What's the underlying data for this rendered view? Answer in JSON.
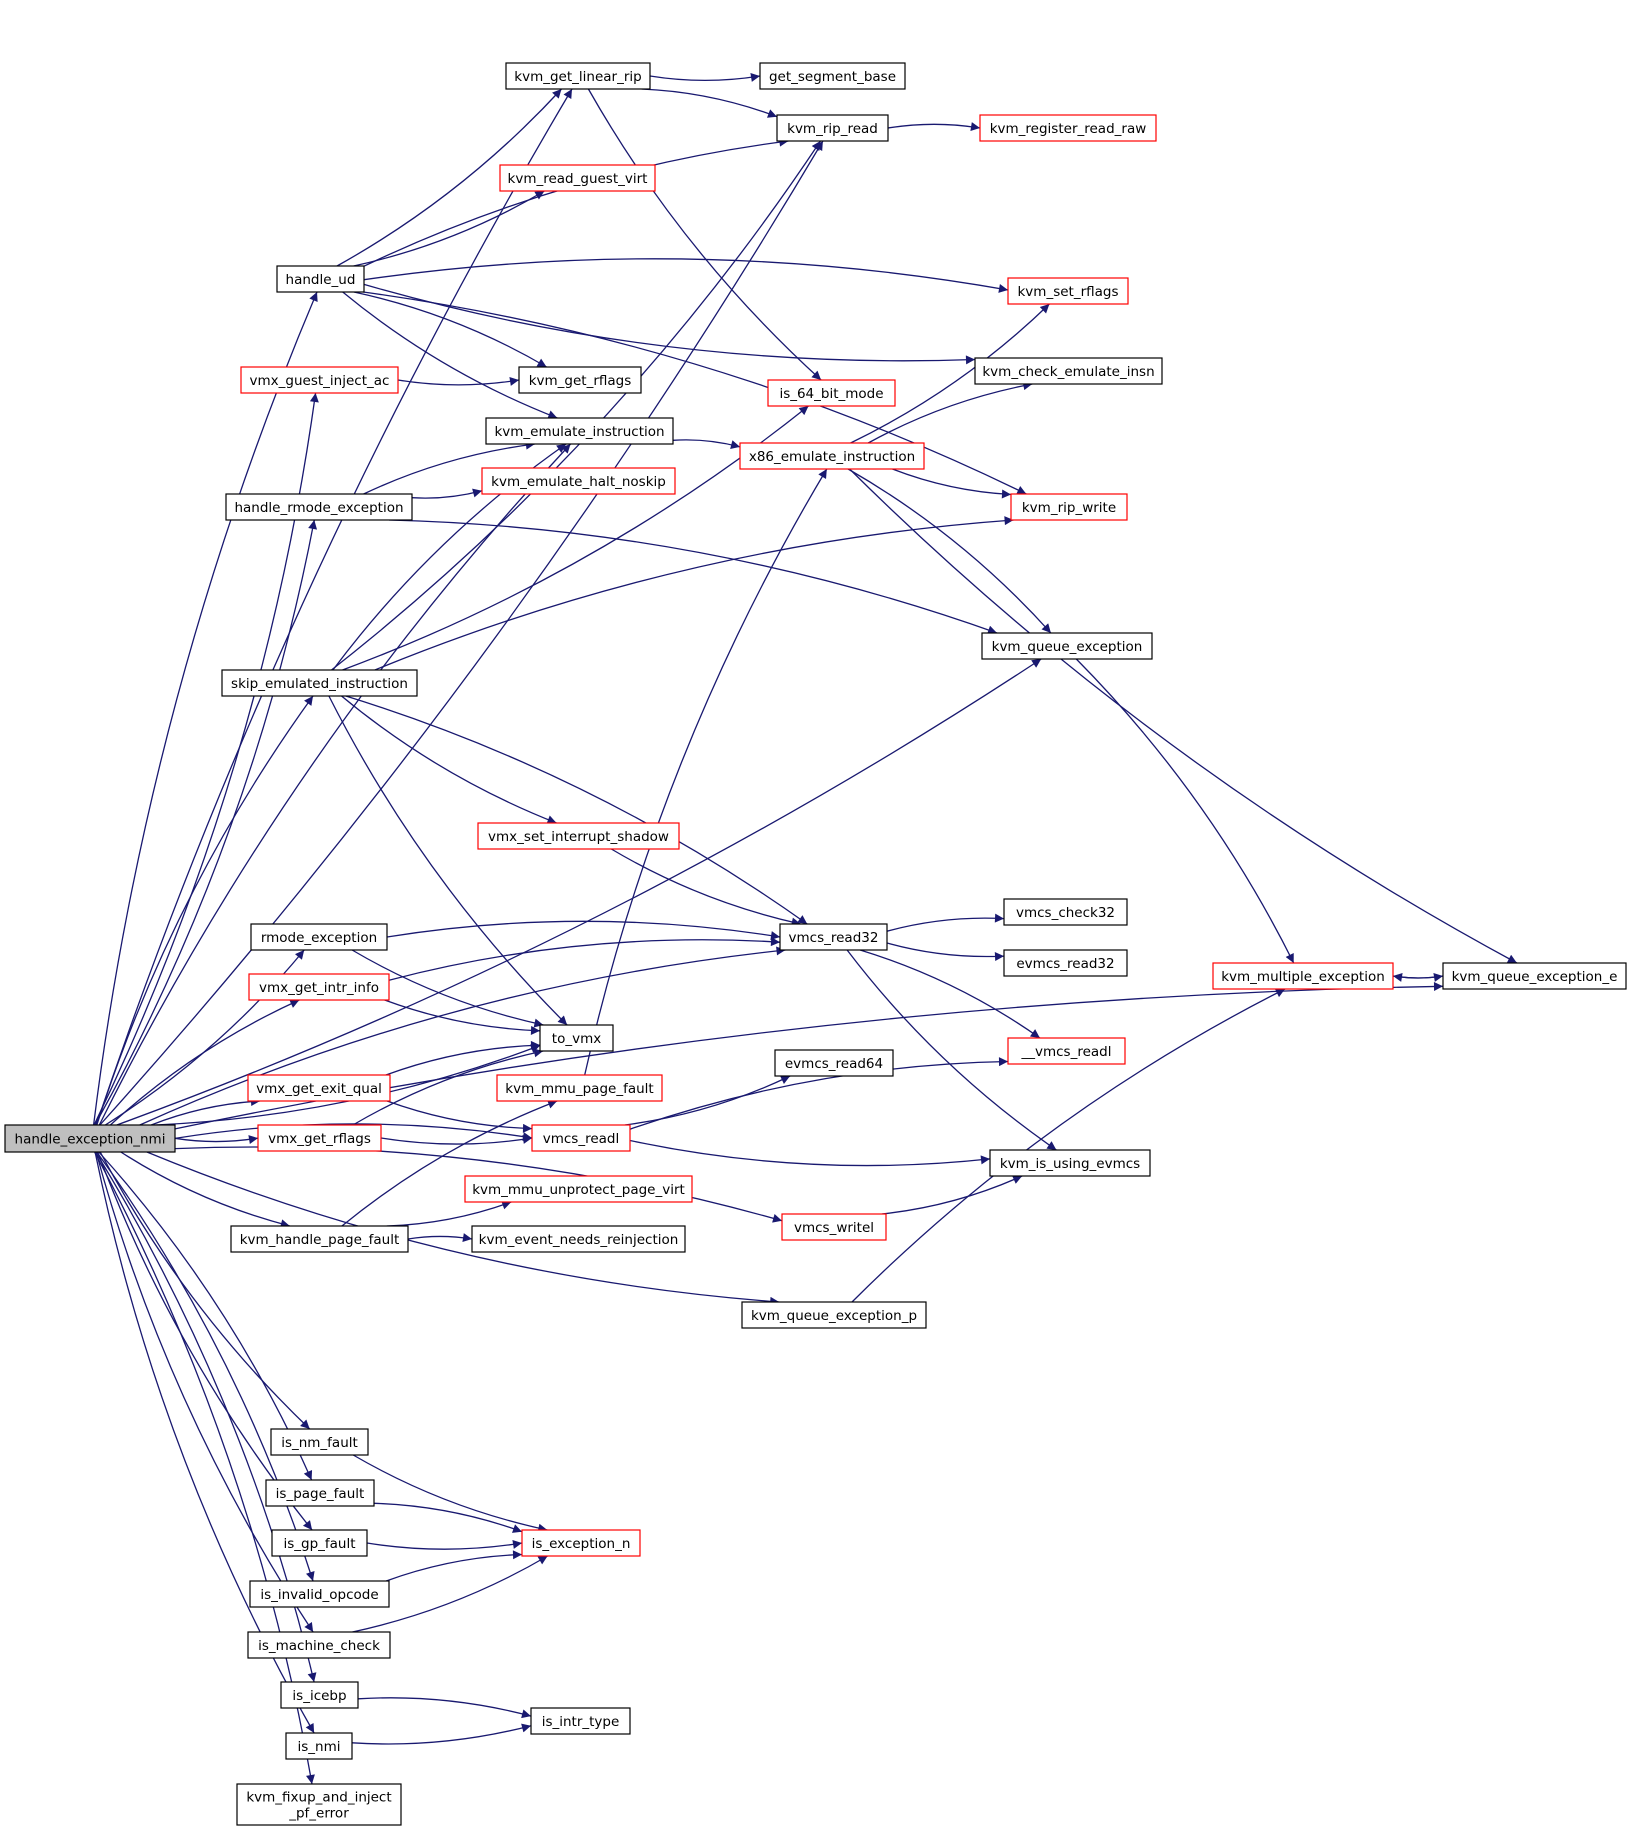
{
  "colors": {
    "edge": "#191970",
    "border_normal": "#000000",
    "border_external": "#ff0000",
    "root_fill": "#bfbfbf",
    "node_fill": "#ffffff"
  },
  "nodes": [
    {
      "id": "handle_exception_nmi",
      "label": "handle_exception_nmi",
      "kind": "root"
    },
    {
      "id": "kvm_get_linear_rip",
      "label": "kvm_get_linear_rip",
      "kind": "normal"
    },
    {
      "id": "get_segment_base",
      "label": "get_segment_base",
      "kind": "normal"
    },
    {
      "id": "kvm_rip_read",
      "label": "kvm_rip_read",
      "kind": "normal"
    },
    {
      "id": "kvm_register_read_raw",
      "label": "kvm_register_read_raw",
      "kind": "external"
    },
    {
      "id": "kvm_read_guest_virt",
      "label": "kvm_read_guest_virt",
      "kind": "external"
    },
    {
      "id": "handle_ud",
      "label": "handle_ud",
      "kind": "normal"
    },
    {
      "id": "kvm_set_rflags",
      "label": "kvm_set_rflags",
      "kind": "external"
    },
    {
      "id": "kvm_check_emulate_insn",
      "label": "kvm_check_emulate_insn",
      "kind": "normal"
    },
    {
      "id": "vmx_guest_inject_ac",
      "label": "vmx_guest_inject_ac",
      "kind": "external"
    },
    {
      "id": "kvm_get_rflags",
      "label": "kvm_get_rflags",
      "kind": "normal"
    },
    {
      "id": "is_64_bit_mode",
      "label": "is_64_bit_mode",
      "kind": "external"
    },
    {
      "id": "kvm_emulate_instruction",
      "label": "kvm_emulate_instruction",
      "kind": "normal"
    },
    {
      "id": "x86_emulate_instruction",
      "label": "x86_emulate_instruction",
      "kind": "external"
    },
    {
      "id": "handle_rmode_exception",
      "label": "handle_rmode_exception",
      "kind": "normal"
    },
    {
      "id": "kvm_emulate_halt_noskip",
      "label": "kvm_emulate_halt_noskip",
      "kind": "external"
    },
    {
      "id": "kvm_rip_write",
      "label": "kvm_rip_write",
      "kind": "external"
    },
    {
      "id": "kvm_queue_exception",
      "label": "kvm_queue_exception",
      "kind": "normal"
    },
    {
      "id": "skip_emulated_instruction",
      "label": "skip_emulated_instruction",
      "kind": "normal"
    },
    {
      "id": "vmx_set_interrupt_shadow",
      "label": "vmx_set_interrupt_shadow",
      "kind": "external"
    },
    {
      "id": "vmcs_check32",
      "label": "vmcs_check32",
      "kind": "normal"
    },
    {
      "id": "rmode_exception",
      "label": "rmode_exception",
      "kind": "normal"
    },
    {
      "id": "vmcs_read32",
      "label": "vmcs_read32",
      "kind": "normal"
    },
    {
      "id": "evmcs_read32",
      "label": "evmcs_read32",
      "kind": "normal"
    },
    {
      "id": "kvm_multiple_exception",
      "label": "kvm_multiple_exception",
      "kind": "external"
    },
    {
      "id": "kvm_queue_exception_e",
      "label": "kvm_queue_exception_e",
      "kind": "normal"
    },
    {
      "id": "vmx_get_intr_info",
      "label": "vmx_get_intr_info",
      "kind": "external"
    },
    {
      "id": "to_vmx",
      "label": "to_vmx",
      "kind": "normal"
    },
    {
      "id": "__vmcs_readl",
      "label": "__vmcs_readl",
      "kind": "external"
    },
    {
      "id": "evmcs_read64",
      "label": "evmcs_read64",
      "kind": "normal"
    },
    {
      "id": "vmx_get_exit_qual",
      "label": "vmx_get_exit_qual",
      "kind": "external"
    },
    {
      "id": "kvm_mmu_page_fault",
      "label": "kvm_mmu_page_fault",
      "kind": "external"
    },
    {
      "id": "vmx_get_rflags",
      "label": "vmx_get_rflags",
      "kind": "external"
    },
    {
      "id": "vmcs_readl",
      "label": "vmcs_readl",
      "kind": "external"
    },
    {
      "id": "kvm_is_using_evmcs",
      "label": "kvm_is_using_evmcs",
      "kind": "normal"
    },
    {
      "id": "kvm_mmu_unprotect_page_virt",
      "label": "kvm_mmu_unprotect_page_virt",
      "kind": "external"
    },
    {
      "id": "vmcs_writel",
      "label": "vmcs_writel",
      "kind": "external"
    },
    {
      "id": "kvm_handle_page_fault",
      "label": "kvm_handle_page_fault",
      "kind": "normal"
    },
    {
      "id": "kvm_event_needs_reinjection",
      "label": "kvm_event_needs_reinjection",
      "kind": "normal"
    },
    {
      "id": "kvm_queue_exception_p",
      "label": "kvm_queue_exception_p",
      "kind": "normal"
    },
    {
      "id": "is_nm_fault",
      "label": "is_nm_fault",
      "kind": "normal"
    },
    {
      "id": "is_page_fault",
      "label": "is_page_fault",
      "kind": "normal"
    },
    {
      "id": "is_gp_fault",
      "label": "is_gp_fault",
      "kind": "normal"
    },
    {
      "id": "is_exception_n",
      "label": "is_exception_n",
      "kind": "external"
    },
    {
      "id": "is_invalid_opcode",
      "label": "is_invalid_opcode",
      "kind": "normal"
    },
    {
      "id": "is_machine_check",
      "label": "is_machine_check",
      "kind": "normal"
    },
    {
      "id": "is_icebp",
      "label": "is_icebp",
      "kind": "normal"
    },
    {
      "id": "is_intr_type",
      "label": "is_intr_type",
      "kind": "normal"
    },
    {
      "id": "is_nmi",
      "label": "is_nmi",
      "kind": "normal"
    },
    {
      "id": "kvm_fixup_and_inject_pf_error",
      "label": [
        "kvm_fixup_and_inject",
        "_pf_error"
      ],
      "kind": "normal"
    }
  ],
  "edges": [
    [
      "handle_exception_nmi",
      "kvm_get_linear_rip"
    ],
    [
      "handle_exception_nmi",
      "kvm_rip_read"
    ],
    [
      "handle_exception_nmi",
      "handle_ud"
    ],
    [
      "handle_exception_nmi",
      "vmx_guest_inject_ac"
    ],
    [
      "handle_exception_nmi",
      "kvm_emulate_instruction"
    ],
    [
      "handle_exception_nmi",
      "handle_rmode_exception"
    ],
    [
      "handle_exception_nmi",
      "skip_emulated_instruction"
    ],
    [
      "handle_exception_nmi",
      "kvm_queue_exception"
    ],
    [
      "handle_exception_nmi",
      "vmcs_read32"
    ],
    [
      "handle_exception_nmi",
      "rmode_exception"
    ],
    [
      "handle_exception_nmi",
      "vmx_get_intr_info"
    ],
    [
      "handle_exception_nmi",
      "to_vmx"
    ],
    [
      "handle_exception_nmi",
      "vmx_get_exit_qual"
    ],
    [
      "handle_exception_nmi",
      "vmx_get_rflags"
    ],
    [
      "handle_exception_nmi",
      "vmcs_readl"
    ],
    [
      "handle_exception_nmi",
      "kvm_handle_page_fault"
    ],
    [
      "handle_exception_nmi",
      "vmcs_writel"
    ],
    [
      "handle_exception_nmi",
      "kvm_queue_exception_p"
    ],
    [
      "handle_exception_nmi",
      "kvm_queue_exception_e"
    ],
    [
      "handle_exception_nmi",
      "is_nm_fault"
    ],
    [
      "handle_exception_nmi",
      "is_page_fault"
    ],
    [
      "handle_exception_nmi",
      "is_gp_fault"
    ],
    [
      "handle_exception_nmi",
      "is_invalid_opcode"
    ],
    [
      "handle_exception_nmi",
      "is_machine_check"
    ],
    [
      "handle_exception_nmi",
      "is_icebp"
    ],
    [
      "handle_exception_nmi",
      "is_nmi"
    ],
    [
      "handle_exception_nmi",
      "kvm_fixup_and_inject_pf_error"
    ],
    [
      "kvm_get_linear_rip",
      "get_segment_base"
    ],
    [
      "kvm_get_linear_rip",
      "kvm_rip_read"
    ],
    [
      "kvm_get_linear_rip",
      "is_64_bit_mode"
    ],
    [
      "kvm_rip_read",
      "kvm_register_read_raw"
    ],
    [
      "handle_ud",
      "kvm_get_linear_rip"
    ],
    [
      "handle_ud",
      "kvm_rip_read"
    ],
    [
      "handle_ud",
      "kvm_read_guest_virt"
    ],
    [
      "handle_ud",
      "kvm_set_rflags"
    ],
    [
      "handle_ud",
      "kvm_check_emulate_insn"
    ],
    [
      "handle_ud",
      "kvm_get_rflags"
    ],
    [
      "handle_ud",
      "kvm_emulate_instruction"
    ],
    [
      "handle_ud",
      "kvm_rip_write"
    ],
    [
      "vmx_guest_inject_ac",
      "kvm_get_rflags"
    ],
    [
      "kvm_emulate_instruction",
      "x86_emulate_instruction"
    ],
    [
      "x86_emulate_instruction",
      "kvm_set_rflags"
    ],
    [
      "x86_emulate_instruction",
      "kvm_check_emulate_insn"
    ],
    [
      "x86_emulate_instruction",
      "kvm_rip_write"
    ],
    [
      "x86_emulate_instruction",
      "kvm_queue_exception"
    ],
    [
      "x86_emulate_instruction",
      "kvm_queue_exception_e"
    ],
    [
      "handle_rmode_exception",
      "kvm_emulate_instruction"
    ],
    [
      "handle_rmode_exception",
      "kvm_emulate_halt_noskip"
    ],
    [
      "handle_rmode_exception",
      "kvm_queue_exception"
    ],
    [
      "skip_emulated_instruction",
      "kvm_rip_read"
    ],
    [
      "skip_emulated_instruction",
      "kvm_emulate_instruction"
    ],
    [
      "skip_emulated_instruction",
      "is_64_bit_mode"
    ],
    [
      "skip_emulated_instruction",
      "kvm_rip_write"
    ],
    [
      "skip_emulated_instruction",
      "vmx_set_interrupt_shadow"
    ],
    [
      "skip_emulated_instruction",
      "vmcs_read32"
    ],
    [
      "skip_emulated_instruction",
      "to_vmx"
    ],
    [
      "kvm_queue_exception",
      "kvm_multiple_exception"
    ],
    [
      "vmx_set_interrupt_shadow",
      "vmcs_read32"
    ],
    [
      "vmcs_read32",
      "vmcs_check32"
    ],
    [
      "vmcs_read32",
      "evmcs_read32"
    ],
    [
      "vmcs_read32",
      "__vmcs_readl"
    ],
    [
      "vmcs_read32",
      "kvm_is_using_evmcs"
    ],
    [
      "rmode_exception",
      "vmcs_read32"
    ],
    [
      "rmode_exception",
      "to_vmx"
    ],
    [
      "vmx_get_intr_info",
      "vmcs_read32"
    ],
    [
      "vmx_get_intr_info",
      "to_vmx"
    ],
    [
      "vmx_get_exit_qual",
      "to_vmx"
    ],
    [
      "vmx_get_exit_qual",
      "vmcs_readl"
    ],
    [
      "vmx_get_rflags",
      "to_vmx"
    ],
    [
      "vmx_get_rflags",
      "vmcs_readl"
    ],
    [
      "kvm_mmu_page_fault",
      "x86_emulate_instruction"
    ],
    [
      "vmcs_readl",
      "evmcs_read64"
    ],
    [
      "vmcs_readl",
      "__vmcs_readl"
    ],
    [
      "vmcs_readl",
      "kvm_is_using_evmcs"
    ],
    [
      "kvm_handle_page_fault",
      "kvm_mmu_page_fault"
    ],
    [
      "kvm_handle_page_fault",
      "kvm_mmu_unprotect_page_virt"
    ],
    [
      "kvm_handle_page_fault",
      "kvm_event_needs_reinjection"
    ],
    [
      "vmcs_writel",
      "kvm_is_using_evmcs"
    ],
    [
      "kvm_queue_exception_p",
      "kvm_multiple_exception"
    ],
    [
      "kvm_multiple_exception",
      "kvm_queue_exception_e"
    ],
    [
      "kvm_queue_exception_e",
      "kvm_multiple_exception"
    ],
    [
      "is_nm_fault",
      "is_exception_n"
    ],
    [
      "is_page_fault",
      "is_exception_n"
    ],
    [
      "is_gp_fault",
      "is_exception_n"
    ],
    [
      "is_invalid_opcode",
      "is_exception_n"
    ],
    [
      "is_machine_check",
      "is_exception_n"
    ],
    [
      "is_icebp",
      "is_intr_type"
    ],
    [
      "is_nmi",
      "is_intr_type"
    ]
  ]
}
